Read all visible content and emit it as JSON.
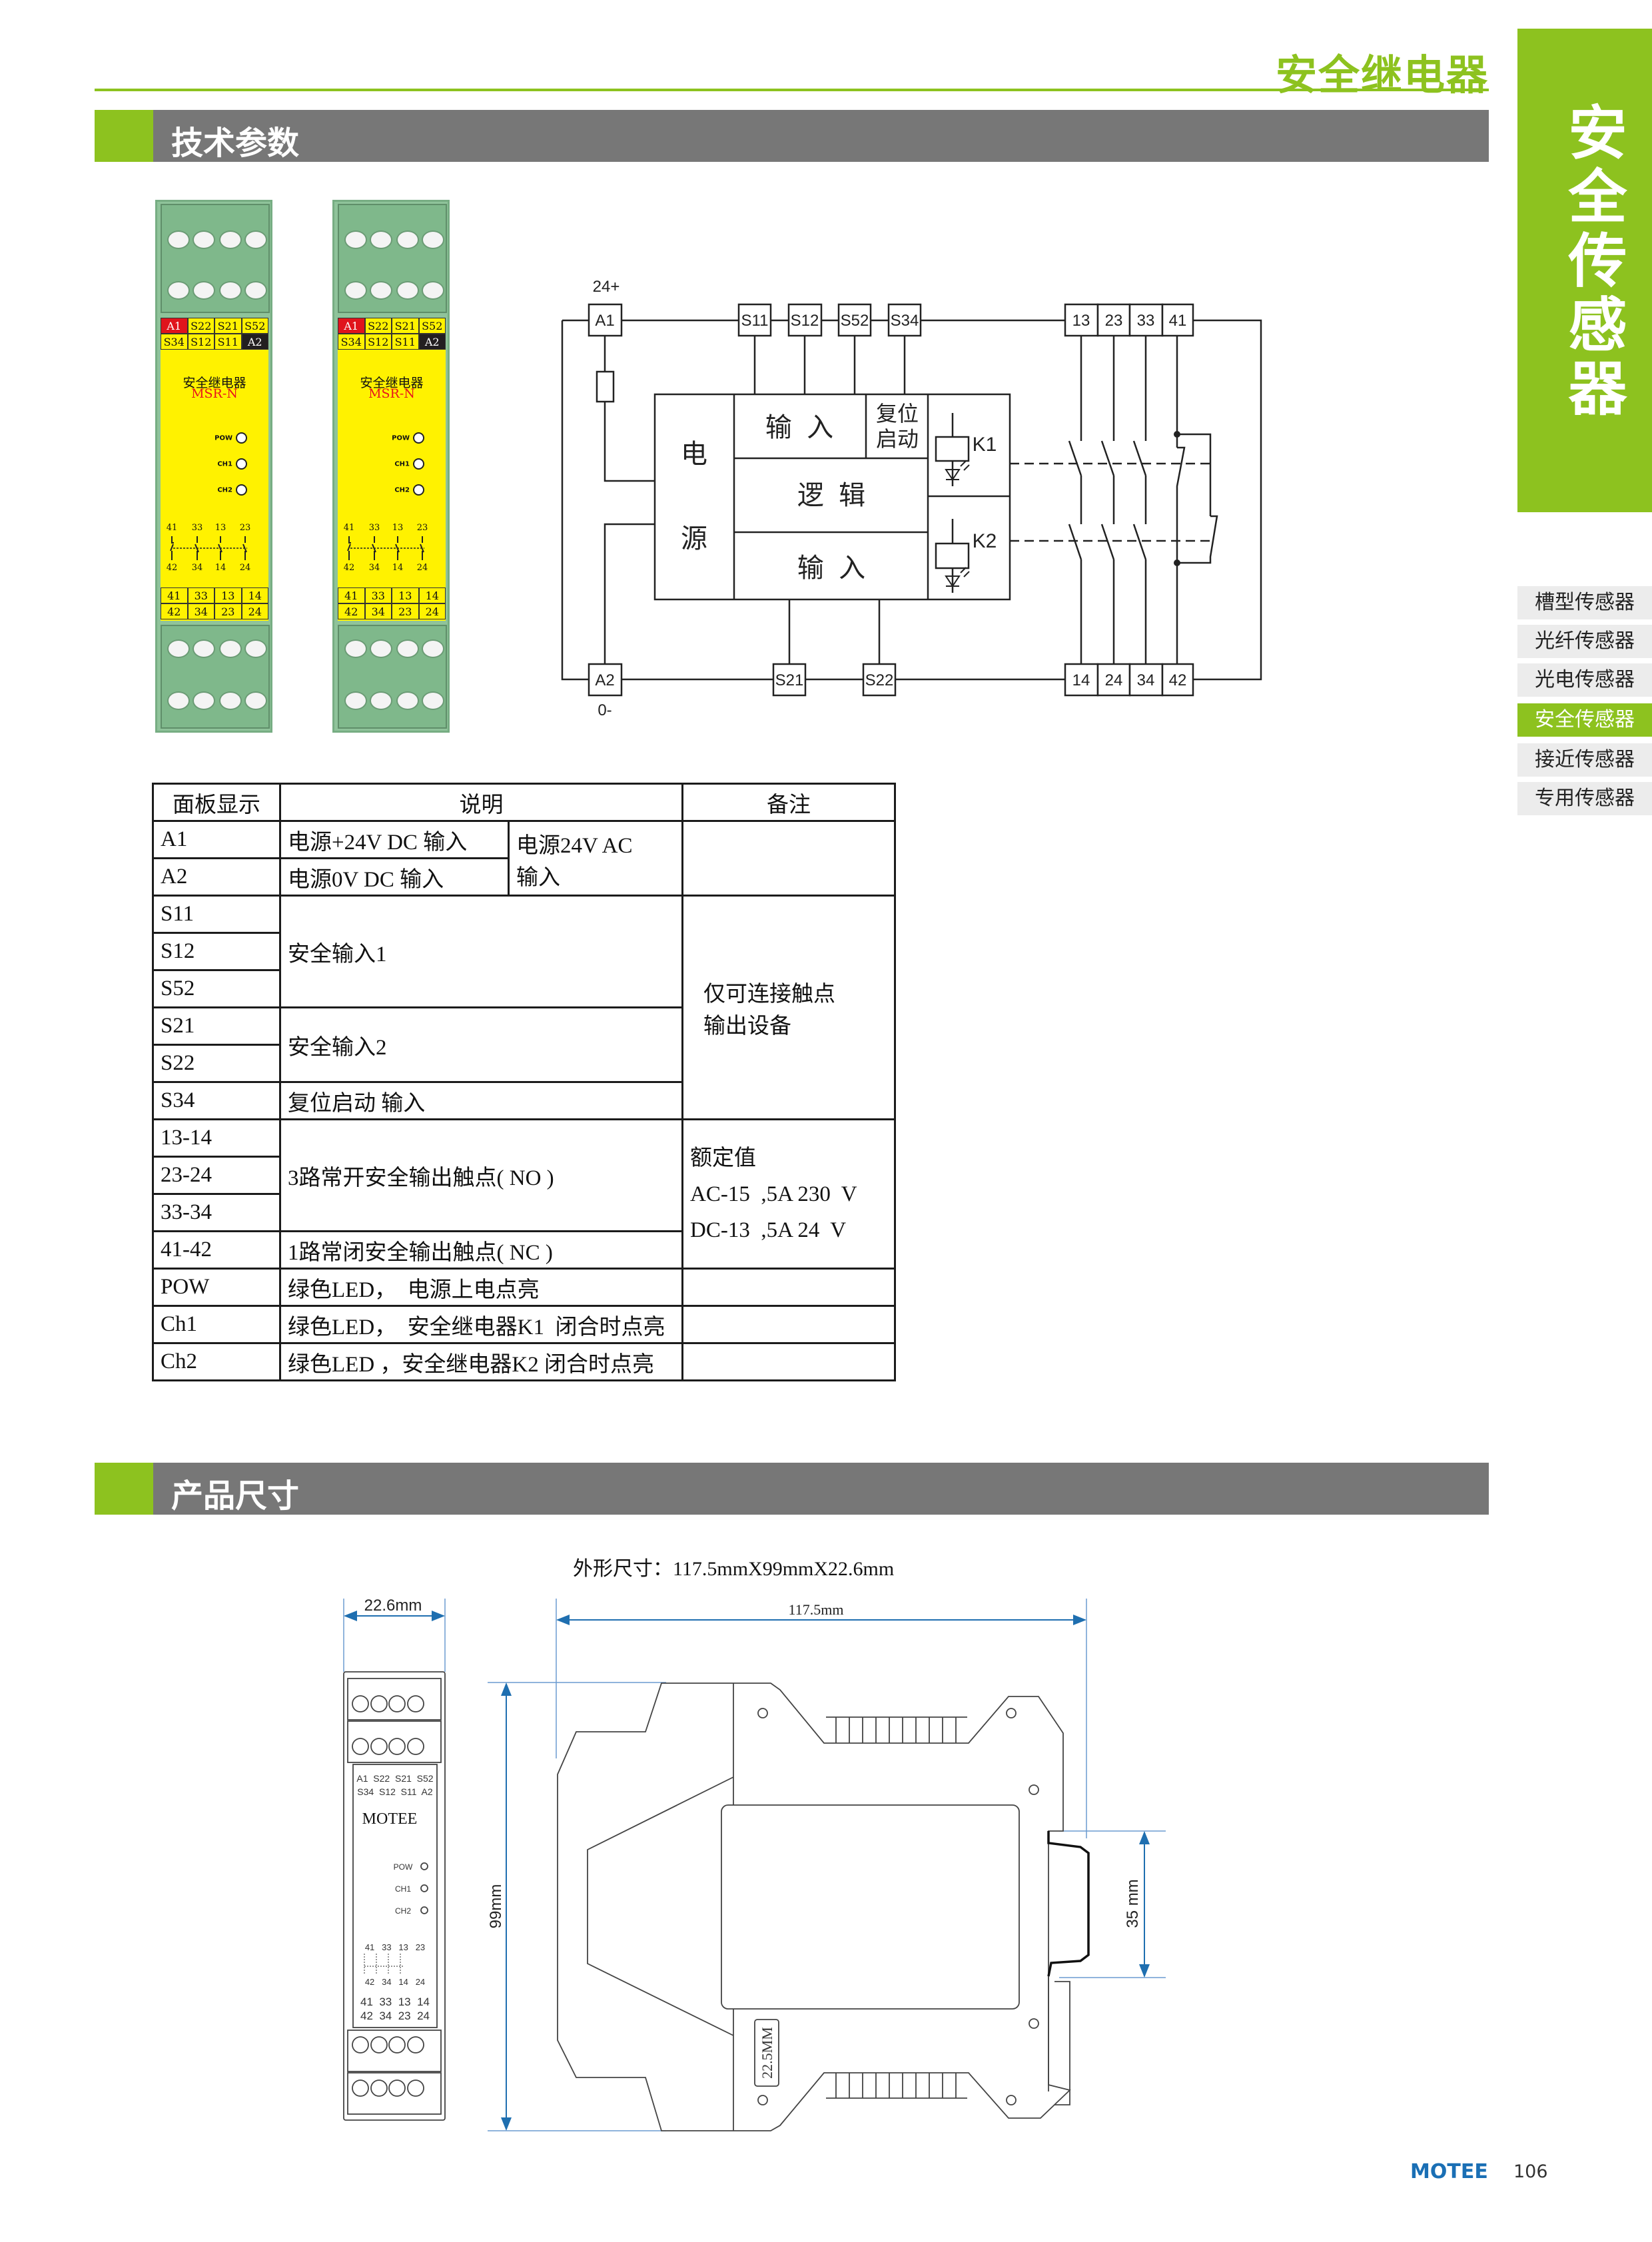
{
  "header": {
    "category_title": "安全继电器"
  },
  "side_tab": {
    "title": "安全传感器"
  },
  "side_nav": {
    "items": [
      "槽型传感器",
      "光纤传感器",
      "光电传感器",
      "安全传感器",
      "接近传感器",
      "专用传感器"
    ],
    "active": "安全传感器"
  },
  "sections": {
    "tech_params": "技术参数",
    "dimensions": "产品尺寸"
  },
  "device_photo": {
    "top_labels": [
      "A1",
      "S22",
      "S21",
      "S52",
      "S34",
      "S12",
      "S11",
      "A2"
    ],
    "title": "安全继电器",
    "model": "MSR-N",
    "leds": [
      "POW",
      "CH1",
      "CH2"
    ],
    "contacts_top": [
      "41",
      "33",
      "13",
      "23"
    ],
    "contacts_bottom": [
      "42",
      "34",
      "14",
      "24"
    ],
    "bottom_labels": [
      "41",
      "33",
      "13",
      "14",
      "42",
      "34",
      "23",
      "24"
    ]
  },
  "schematic": {
    "plus_label": "24+",
    "minus_label": "0-",
    "top_terminals": [
      "A1",
      "S11",
      "S12",
      "S52",
      "S34",
      "13",
      "23",
      "33",
      "41"
    ],
    "bottom_terminals": [
      "A2",
      "S21",
      "S22",
      "14",
      "24",
      "34",
      "42"
    ],
    "power_block": [
      "电",
      "源"
    ],
    "input_top": "输  入",
    "reset_start": [
      "复位",
      "启动"
    ],
    "logic": "逻  辑",
    "input_bottom": "输  入",
    "relays": [
      "K1",
      "K2"
    ]
  },
  "table": {
    "headers": [
      "面板显示",
      "说明",
      "备注"
    ],
    "labels": [
      "A1",
      "A2",
      "S11",
      "S12",
      "S52",
      "S21",
      "S22",
      "S34",
      "13-14",
      "23-24",
      "33-34",
      "41-42",
      "POW",
      "Ch1",
      "Ch2"
    ],
    "desc": {
      "a1": "电源+24V DC   输入",
      "a2": "电源0V DC   输入",
      "ac": "电源24V AC",
      "ac2": "输入",
      "safe1": "安全输入1",
      "safe2": "安全输入2",
      "reset": "复位启动 输入",
      "no": "3路常开安全输出触点( NO )",
      "nc": "1路常闭安全输出触点( NC )",
      "pow": "绿色LED，  电源上电点亮",
      "ch1": "绿色LED，  安全继电器K1  闭合时点亮",
      "ch2": "绿色LED ，安全继电器K2 闭合时点亮"
    },
    "remarks": {
      "contact_1": "仅可连接触点",
      "contact_2": "输出设备",
      "rating": [
        "额定值",
        "AC-15  ,5A 230  V",
        "DC-13  ,5A 24  V"
      ]
    }
  },
  "dimensions": {
    "caption": "外形尺寸：117.5mmX99mmX22.6mm",
    "width_label": "22.6mm",
    "length_label": "117.5mm",
    "height_label": "99mm",
    "rail_label": "35 mm",
    "module_label": "22.5MM",
    "front": {
      "labels_row1": "A1  S22  S21  S52",
      "labels_row2": "S34  S12  S11  A2",
      "brand": "MOTEE",
      "leds": [
        "POW",
        "CH1",
        "CH2"
      ],
      "contacts_top": "41   33   13   23",
      "contacts_bottom": "42   34   14   24",
      "terms_row1": "41  33  13  14",
      "terms_row2": "42  34  23  24"
    }
  },
  "footer": {
    "brand": "MOTEE",
    "page": "106"
  },
  "colors": {
    "accent_green": "#8DC21F",
    "section_gray": "#777777",
    "brand_blue": "#1a6fb5",
    "label_yellow": "#fff200",
    "terminal_green": "#8fc39a"
  }
}
